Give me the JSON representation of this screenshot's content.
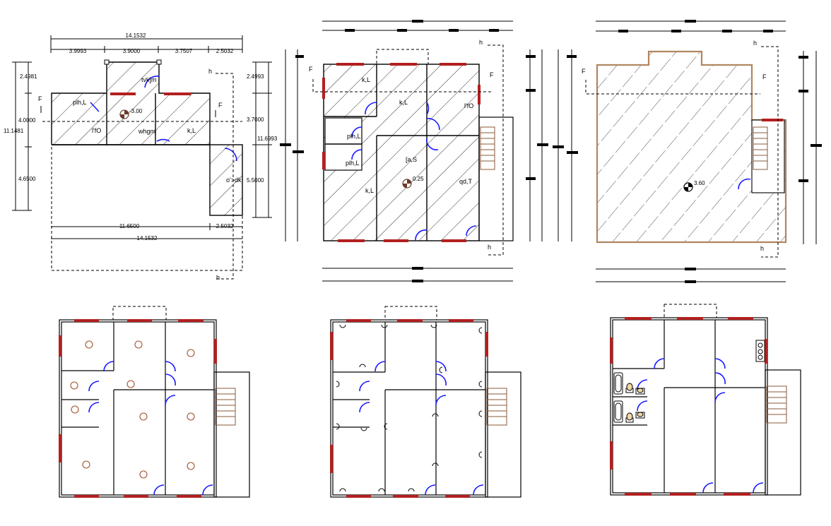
{
  "plan1": {
    "top_total": "14.1532",
    "top_segments": [
      "3.9993",
      "3.9000",
      "3.7507",
      "2.5032"
    ],
    "left_labels": [
      "2.4981",
      "4.0000",
      "11.1481",
      "4.6500"
    ],
    "right_labels": [
      "2.4993",
      "3.7000",
      "11.6993",
      "5.5000"
    ],
    "bottom_segments": [
      "11.6500",
      "2.5032"
    ],
    "bottom_total": "14.1532",
    "rooms": [
      "tvk]m",
      "plh,L",
      "l'fO",
      "whgm",
      "k,L",
      "o'>dk"
    ],
    "level": "-3.00",
    "markers": [
      "F",
      "F",
      "h",
      "h"
    ]
  },
  "plan2": {
    "rooms": [
      "k,L",
      "k,L",
      "l'fO",
      "plh,L",
      "plh,L",
      "[a,S",
      "k,L",
      "qd,T"
    ],
    "level": "0.25",
    "markers": [
      "F",
      "F",
      "h",
      "h"
    ]
  },
  "plan3": {
    "level": "3.60",
    "markers": [
      "F",
      "F",
      "h",
      "h"
    ]
  }
}
